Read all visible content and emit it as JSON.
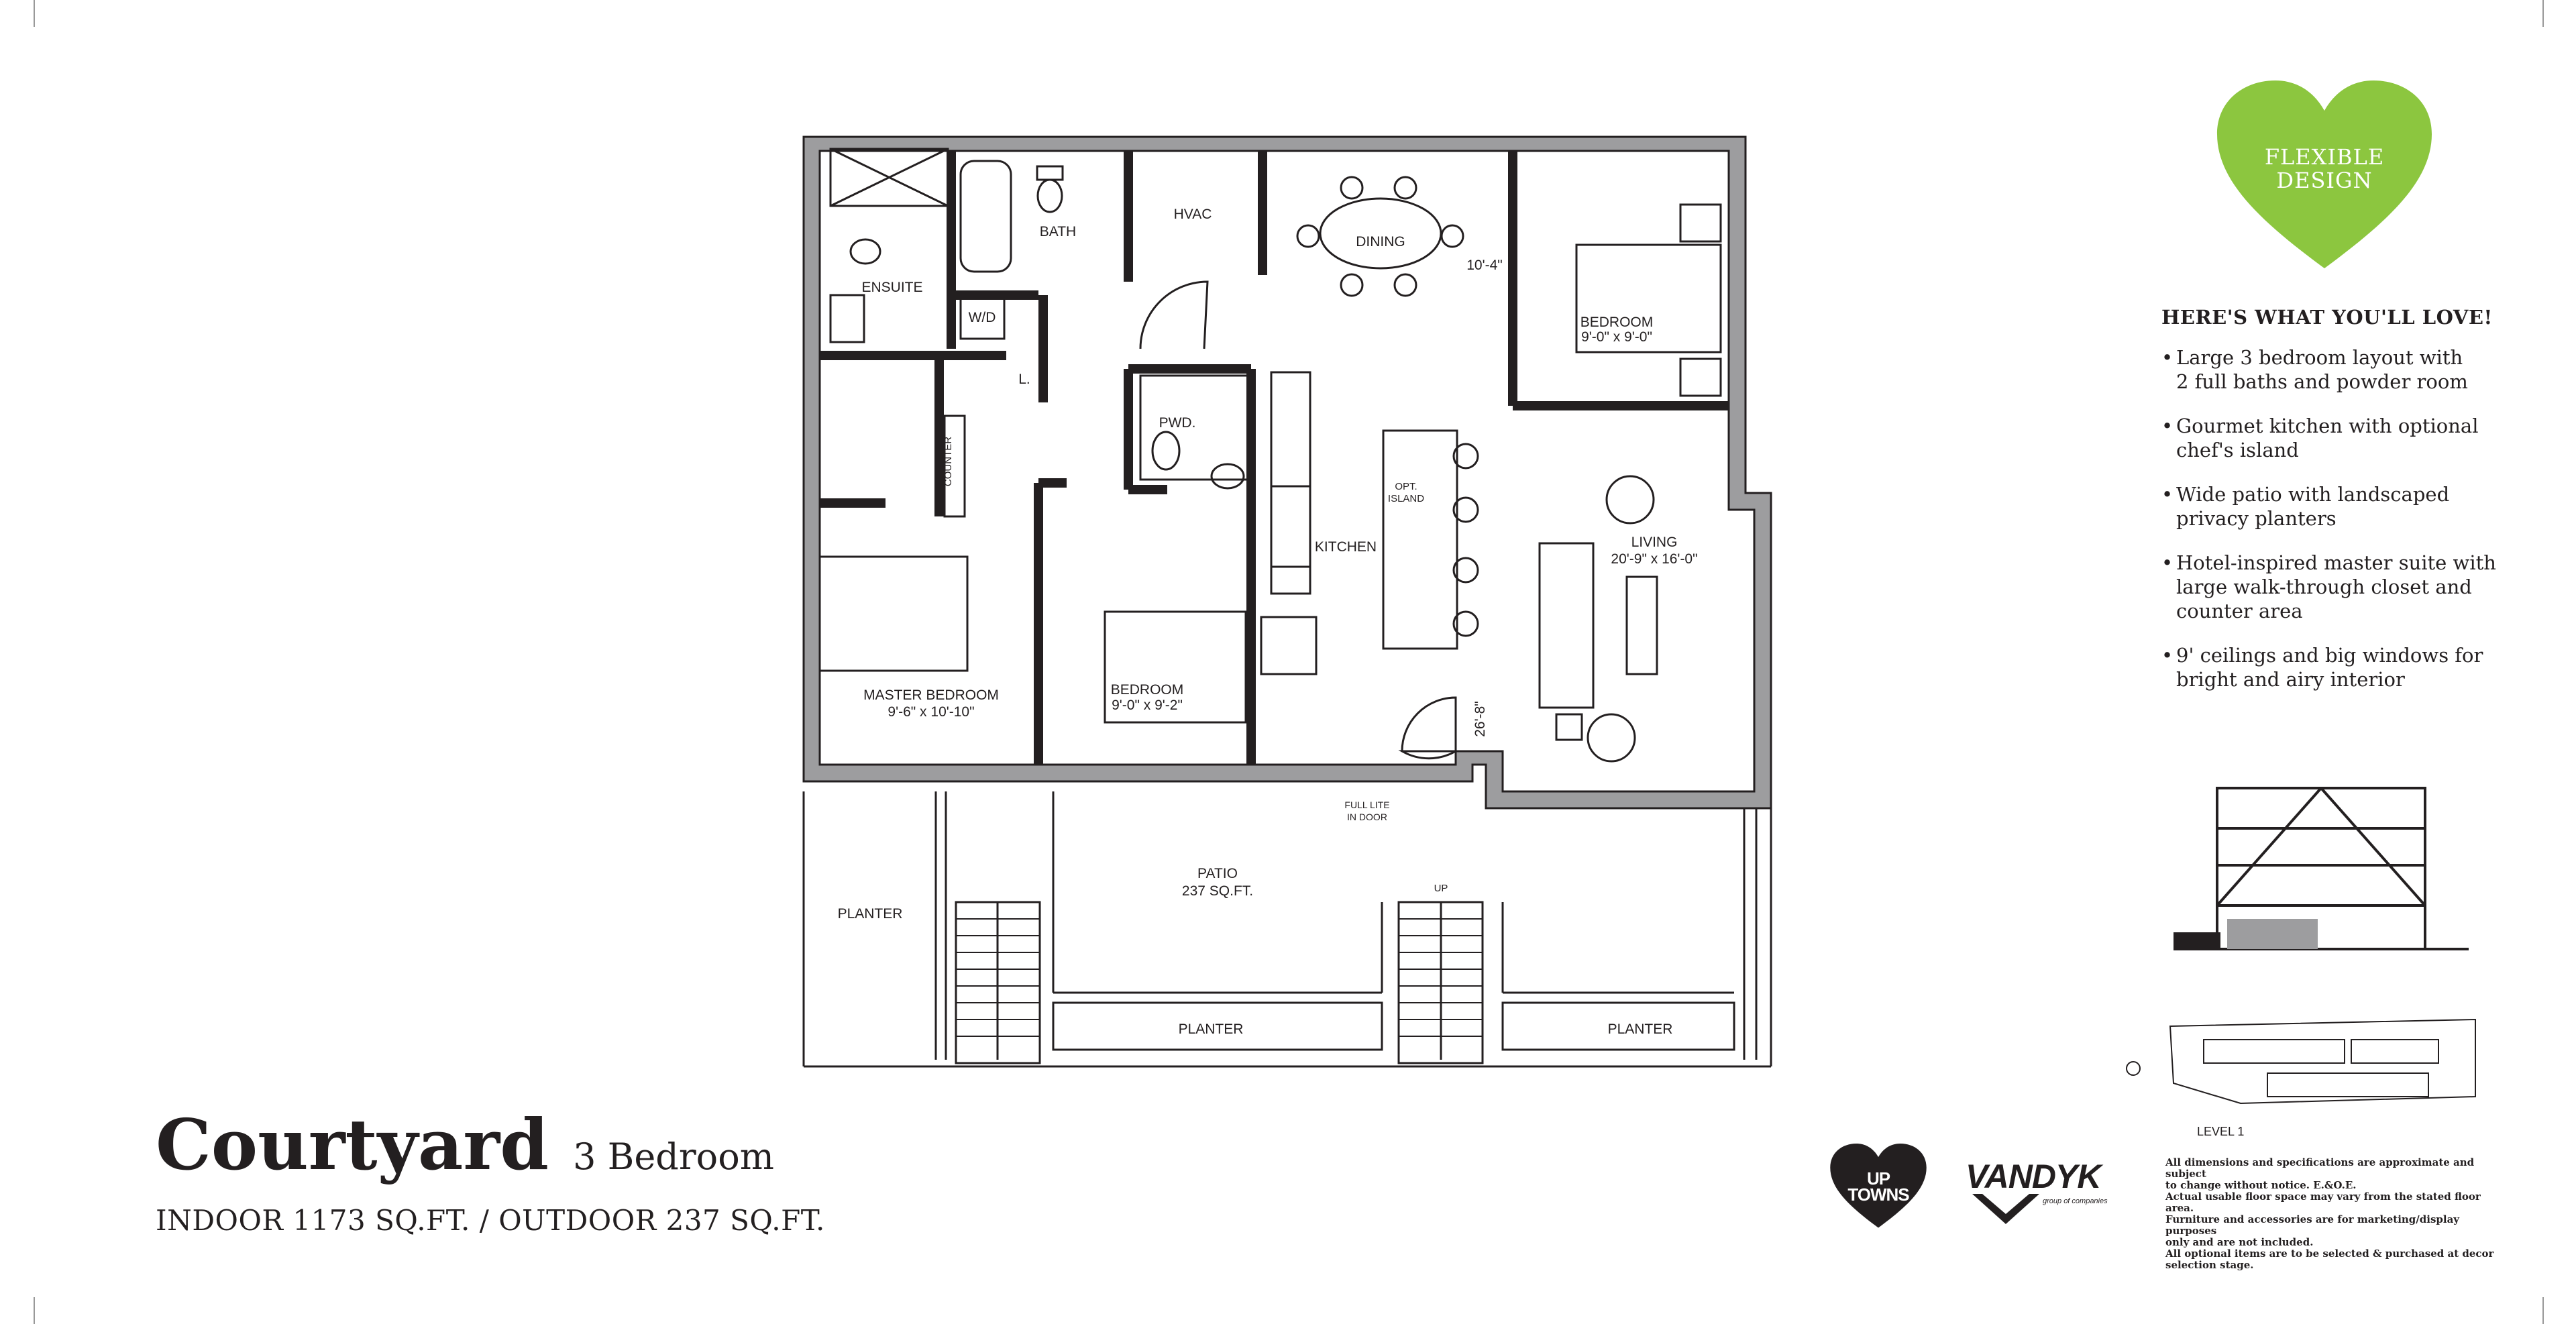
{
  "plan": {
    "rooms": {
      "hvac": "HVAC",
      "bath": "BATH",
      "dining": "DINING",
      "dining_dim": "10'-4\"",
      "bedroom2_name": "BEDROOM",
      "bedroom2_dim": "9'-0\" x 9'-0\"",
      "ensuite": "ENSUITE",
      "wd": "W/D",
      "linen": "L.",
      "pwd": "PWD.",
      "counter": "COUNTER",
      "opt_island_1": "OPT.",
      "opt_island_2": "ISLAND",
      "kitchen": "KITCHEN",
      "living_name": "LIVING",
      "living_dim": "20'-9\" x 16'-0\"",
      "master_name": "MASTER BEDROOM",
      "master_dim": "9'-6\" x 10'-10\"",
      "bedroom3_name": "BEDROOM",
      "bedroom3_dim": "9'-0\" x 9'-2\"",
      "door_width": "26'-8\"",
      "door_note_1": "FULL LITE",
      "door_note_2": "IN DOOR",
      "patio_name": "PATIO",
      "patio_area": "237 SQ.FT.",
      "up": "UP",
      "planter_left": "PLANTER",
      "planter_mid": "PLANTER",
      "planter_right": "PLANTER"
    }
  },
  "badge": {
    "line1": "FLEXIBLE",
    "line2": "DESIGN",
    "color": "#8cc63f"
  },
  "features": {
    "heading": "HERE'S WHAT YOU'LL LOVE!",
    "items": [
      {
        "l1": "Large 3 bedroom layout with",
        "l2": "2 full baths and powder room"
      },
      {
        "l1": "Gourmet kitchen with optional",
        "l2": "chef's island"
      },
      {
        "l1": "Wide patio with landscaped",
        "l2": "privacy planters"
      },
      {
        "l1": "Hotel-inspired master suite with",
        "l2": "large walk-through closet and",
        "l3": "counter area"
      },
      {
        "l1": "9' ceilings and big windows for",
        "l2": "bright and airy interior"
      }
    ]
  },
  "model": {
    "name": "Courtyard",
    "type": "3 Bedroom",
    "areas": "INDOOR 1173 SQ.FT. / OUTDOOR 237 SQ.FT."
  },
  "keyplan": {
    "level": "LEVEL 1"
  },
  "disclaimer": {
    "l1": "All dimensions and specifications are approximate and subject",
    "l2": "to change without notice. E.&O.E.",
    "l3": "Actual usable floor space may vary from the stated floor area.",
    "l4": "Furniture and accessories are for marketing/display purposes",
    "l5": "only and are not included.",
    "l6": "All optional items are to be selected & purchased at decor",
    "l7": "selection stage."
  },
  "logos": {
    "uptowns_1": "UP",
    "uptowns_2": "TOWNS",
    "vandyk": "VANDYK",
    "vandyk_tag": "group of companies"
  }
}
